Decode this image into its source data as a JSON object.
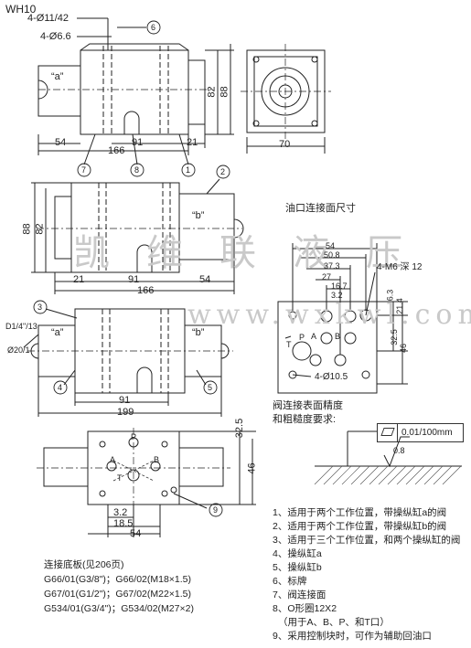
{
  "model": "WH10",
  "watermark": {
    "chars": [
      "凯",
      "维",
      "联",
      "液",
      "压"
    ],
    "url": "www.wxkwl.com"
  },
  "top_view": {
    "holes_1": "4-Ø11/42",
    "holes_2": "4-Ø6.6",
    "port_a": "“a”",
    "dims": {
      "d54": "54",
      "d166": "166",
      "d91": "91",
      "d21": "21",
      "d82": "82",
      "d88": "88",
      "d70": "70"
    },
    "callouts": {
      "c6": "6",
      "c7": "7",
      "c8": "8",
      "c1": "1"
    }
  },
  "mid_view": {
    "port_b": "“b”",
    "dims": {
      "d88": "88",
      "d82": "82",
      "d21": "21",
      "d91": "91",
      "d54": "54",
      "d166": "166"
    },
    "callouts": {
      "c2": "2"
    }
  },
  "bottom_view": {
    "port_a": "“a”",
    "port_b": "“b”",
    "thread": "D1/4\"/13",
    "dia": "Ø20/1",
    "dims": {
      "d91": "91",
      "d199": "199"
    },
    "callouts": {
      "c3": "3",
      "c4": "4",
      "c5": "5"
    }
  },
  "base_view": {
    "dims": {
      "d325": "32.5",
      "d46": "46",
      "d32": "3.2",
      "d185": "18.5",
      "d54": "54"
    },
    "ports": {
      "p": "P",
      "a": "A",
      "b": "B",
      "t": "T"
    },
    "callouts": {
      "c9": "9"
    }
  },
  "port_face": {
    "title": "油口连接面尺寸",
    "dims": {
      "d54": "54",
      "d508": "50.8",
      "d373": "37.3",
      "d27": "27",
      "d167": "16.7",
      "d32": "3.2",
      "d63": "6.3",
      "d214": "21.4",
      "d325": "32.5",
      "d46": "46"
    },
    "thread": "4-M6 深 12",
    "holes": "4-Ø10.5",
    "ports": {
      "p": "P",
      "a": "A",
      "b": "B",
      "t": "T"
    }
  },
  "surface": {
    "title_1": "阀连接表面精度",
    "title_2": "和粗糙度要求:",
    "flatness": "0.01/100mm",
    "roughness": "0.8"
  },
  "notes": [
    "1、适用于两个工作位置，带操纵缸a的阀",
    "2、适用于两个工作位置，带操纵缸b的阀",
    "3、适用于三个工作位置，和两个操纵缸的阀",
    "4、操纵缸a",
    "5、操纵缸b",
    "6、标牌",
    "7、阀连接面",
    "8、O形圈12X2",
    "（用于A、B、P、和T口）",
    "9、采用控制块时，可作为辅助回油口"
  ],
  "connection": {
    "title": "连接底板(见206页)",
    "rows": [
      "G66/01(G3/8\")；G66/02(M18×1.5)",
      "G67/01(G1/2\")；G67/02(M22×1.5)",
      "G534/01(G3/4\")；G534/02(M27×2)"
    ]
  }
}
